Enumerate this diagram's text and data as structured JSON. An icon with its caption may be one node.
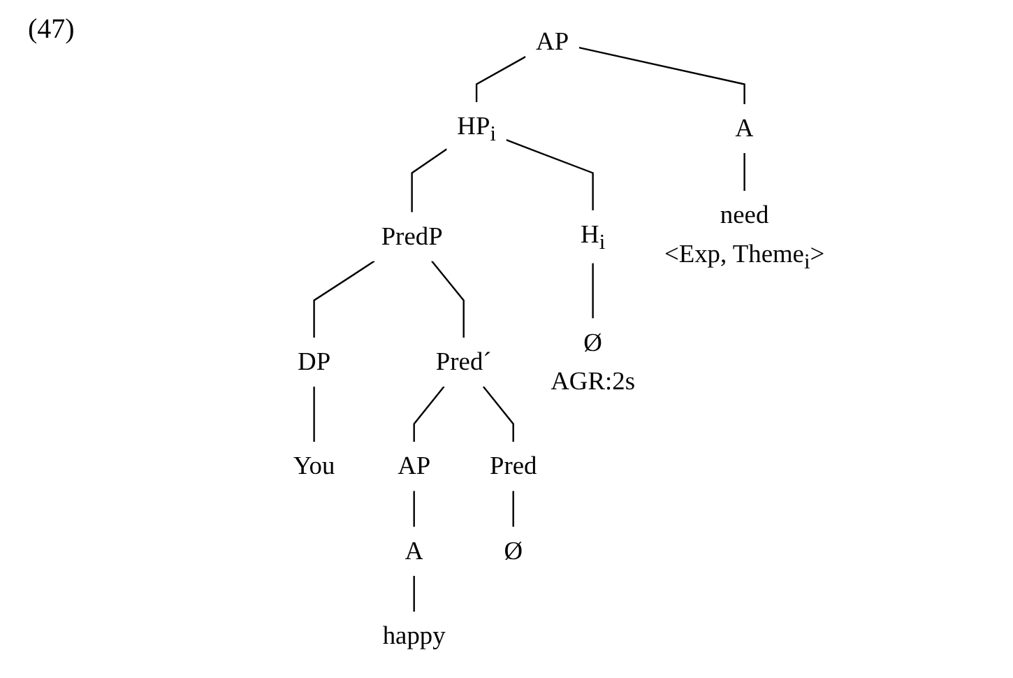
{
  "diagram": {
    "nodes": [
      {
        "text": [
          "AP"
        ]
      },
      {
        "text": [
          "HP$_{i}$"
        ]
      },
      {
        "text": [
          "A"
        ]
      },
      {
        "text": [
          "PredP"
        ]
      },
      {
        "text": [
          "H$_{i}$"
        ]
      },
      {
        "text": [
          "need",
          "<Exp, Theme$_{i}$>"
        ]
      },
      {
        "text": [
          "DP"
        ]
      },
      {
        "text": [
          "Pred´"
        ]
      },
      {
        "text": [
          "Ø",
          "AGR:2s"
        ]
      },
      {
        "text": [
          "You"
        ]
      },
      {
        "text": [
          "AP"
        ]
      },
      {
        "text": [
          "Pred"
        ]
      },
      {
        "text": [
          "A"
        ]
      },
      {
        "text": [
          "Ø"
        ]
      },
      {
        "text": [
          "happy"
        ]
      }
    ],
    "edges": [
      {
        "from": 0,
        "to": 1,
        "arrow": "none"
      },
      {
        "from": 0,
        "to": 2,
        "arrow": "none"
      },
      {
        "from": 1,
        "to": 3,
        "arrow": "none"
      },
      {
        "from": 1,
        "to": 4,
        "arrow": "none"
      },
      {
        "from": 2,
        "to": 5,
        "arrow": "none"
      },
      {
        "from": 3,
        "to": 6,
        "arrow": "none"
      },
      {
        "from": 3,
        "to": 7,
        "arrow": "none"
      },
      {
        "from": 4,
        "to": 8,
        "arrow": "none"
      },
      {
        "from": 6,
        "to": 9,
        "arrow": "none"
      },
      {
        "from": 7,
        "to": 10,
        "arrow": "none"
      },
      {
        "from": 7,
        "to": 11,
        "arrow": "none"
      },
      {
        "from": 10,
        "to": 12,
        "arrow": "none"
      },
      {
        "from": 11,
        "to": 13,
        "arrow": "none"
      },
      {
        "from": 12,
        "to": 14,
        "arrow": "none"
      }
    ],
    "labels": [
      "(47)"
    ]
  }
}
